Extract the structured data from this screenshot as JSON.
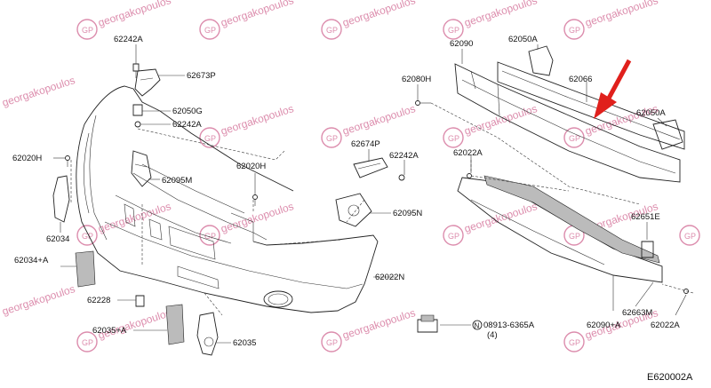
{
  "watermark": {
    "text": "georgakopoulos",
    "logo_letters": "GP",
    "color": "#c0306a"
  },
  "labels": {
    "l62242a_top": "62242A",
    "l62673p": "62673P",
    "l62050g": "62050G",
    "l62242a_mid": "62242A",
    "l62020h_left": "62020H",
    "l62095m": "62095M",
    "l62034": "62034",
    "l62034a": "62034+A",
    "l62228": "62228",
    "l62035a": "62035+A",
    "l62035": "62035",
    "l62020h_center": "62020H",
    "l62674p": "62674P",
    "l62242a_right": "62242A",
    "l62095n": "62095N",
    "l62022n": "62022N",
    "l62090_top": "62090",
    "l62050a_top": "62050A",
    "l62080h": "62080H",
    "l62066": "62066",
    "l62050a_right": "62050A",
    "l62022a_top": "62022A",
    "l62651e": "62651E",
    "l08913": "08913-6365A",
    "l08913_qty": "(4)",
    "l08913_n": "N",
    "l62090a": "62090+A",
    "l62663m": "62663M",
    "l62022a_bottom": "62022A",
    "diagram_code": "E620002A"
  },
  "colors": {
    "arrow": "#e0201c",
    "line": "#222222"
  }
}
